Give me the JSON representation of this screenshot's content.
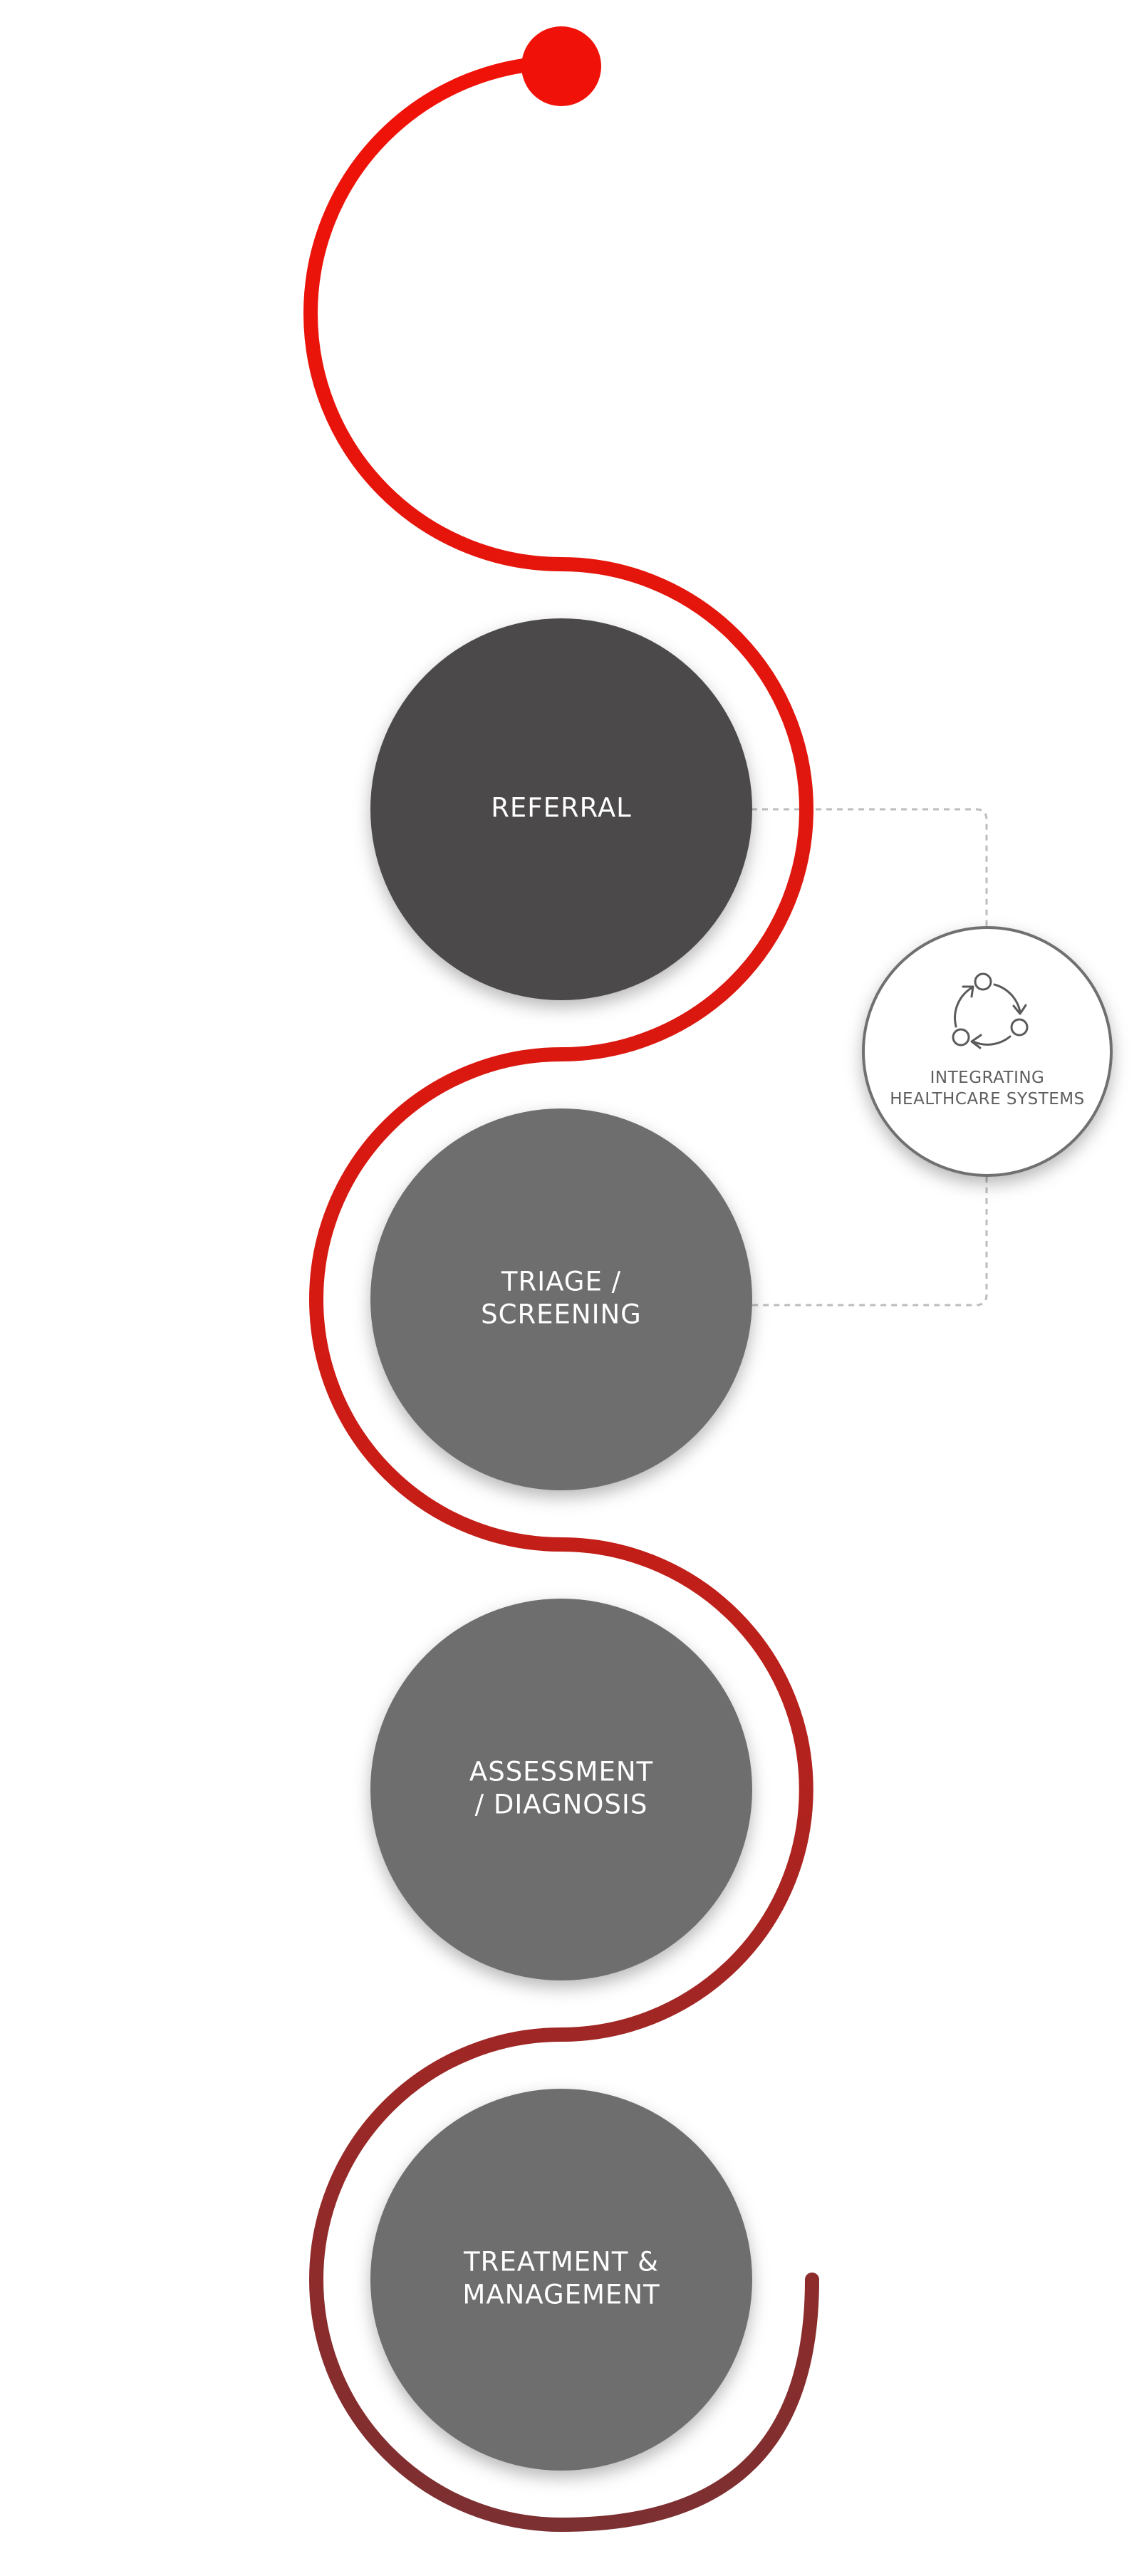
{
  "steps": [
    {
      "id": "referral",
      "lines": [
        "REFERRAL"
      ],
      "color": "#4c4948"
    },
    {
      "id": "triage",
      "lines": [
        "TRIAGE /",
        "SCREENING"
      ],
      "color": "#6e6e6e"
    },
    {
      "id": "assessment",
      "lines": [
        "ASSESSMENT",
        "/ DIAGNOSIS"
      ],
      "color": "#6e6e6e"
    },
    {
      "id": "treatment",
      "lines": [
        "TREATMENT &",
        "MANAGEMENT"
      ],
      "color": "#6e6e6e"
    }
  ],
  "hub": {
    "lines": [
      "INTEGRATING",
      "HEALTHCARE SYSTEMS"
    ],
    "icon": "cycle-arrows-icon",
    "border_color": "#707070",
    "text_color": "#5e5e5e"
  },
  "path_colors": {
    "start": "#f01208",
    "middle": "#d51a12",
    "end": "#7a3032"
  },
  "connector_color": "#bdbdbd"
}
